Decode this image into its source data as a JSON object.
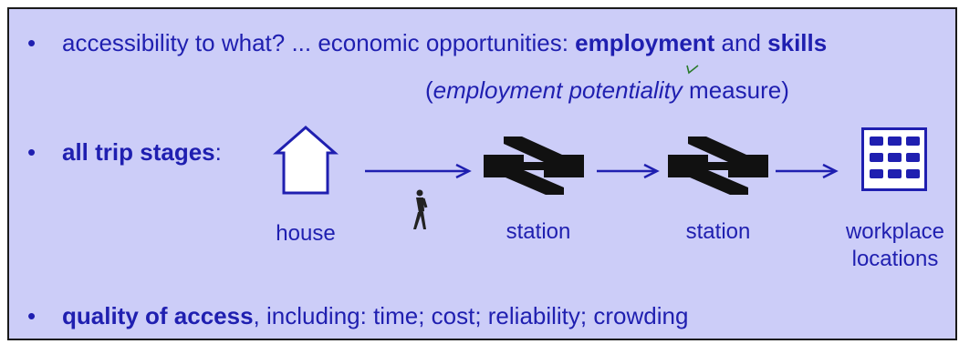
{
  "bullets": [
    {
      "symbol": "•",
      "parts": [
        {
          "text": "accessibility to what? ... economic opportunities: ",
          "bold": false
        },
        {
          "text": "employment",
          "bold": true
        },
        {
          "text": " and ",
          "bold": false
        },
        {
          "text": "skills",
          "bold": true
        }
      ]
    },
    {
      "symbol": "•",
      "parts": [
        {
          "text": "all trip stages",
          "bold": true
        },
        {
          "text": ":",
          "bold": false
        }
      ]
    },
    {
      "symbol": "•",
      "parts": [
        {
          "text": "quality of access",
          "bold": true
        },
        {
          "text": ", including: time; cost; reliability; crowding",
          "bold": false
        }
      ]
    }
  ],
  "measure": {
    "open": "(",
    "italic": "employment potentiality",
    "rest": " measure)"
  },
  "stages": {
    "house": "house",
    "station1": "station",
    "station2": "station",
    "workplace_line1": "workplace",
    "workplace_line2": "locations"
  },
  "colors": {
    "background": "#cccdf8",
    "text": "#1f1fb0",
    "annotation": "#2a7a2a"
  },
  "icons": [
    "house-icon",
    "walking-person-icon",
    "rail-icon",
    "office-building-icon",
    "arrow-icon"
  ]
}
